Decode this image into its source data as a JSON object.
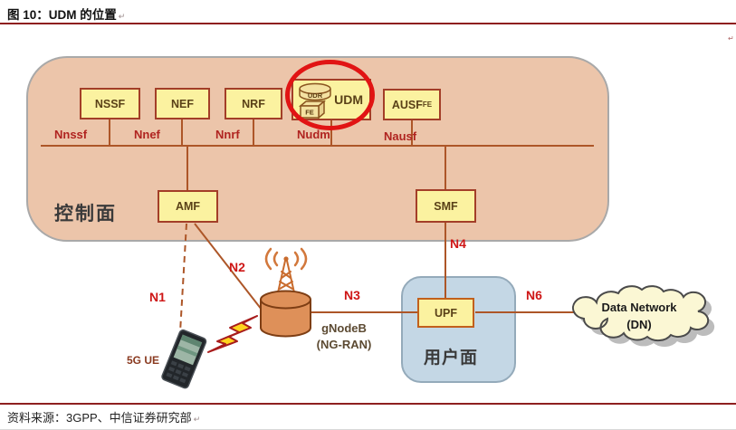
{
  "header": {
    "title": "图 10：UDM 的位置",
    "paragraph_mark": "↵"
  },
  "footer": {
    "source": "资料来源：3GPP、中信证券研究部",
    "paragraph_mark": "↵"
  },
  "diagram": {
    "planes": {
      "control": "控制面",
      "user": "用户面"
    },
    "nfs": {
      "nssf": "NSSF",
      "nef": "NEF",
      "nrf": "NRF",
      "udm": "UDM",
      "udr": "UDR",
      "fe": "FE",
      "ausf": "AUSF",
      "ausf_sub": "FE",
      "amf": "AMF",
      "smf": "SMF",
      "upf": "UPF"
    },
    "interfaces": {
      "nnssf": "Nnssf",
      "nnef": "Nnef",
      "nnrf": "Nnrf",
      "nudm": "Nudm",
      "nausf": "Nausf"
    },
    "refs": {
      "n1": "N1",
      "n2": "N2",
      "n3": "N3",
      "n4": "N4",
      "n6": "N6"
    },
    "nodes": {
      "ue": "5G UE",
      "gnb_line1": "gNodeB",
      "gnb_line2": "(NG-RAN)",
      "dn_line1": "Data Network",
      "dn_line2": "(DN)"
    },
    "colors": {
      "highlight_red": "#e11414",
      "rule_red": "#8e1f1f",
      "interface_label_red": "#b02420",
      "ref_label_red": "#ce1616",
      "wire_brown": "#ad5628",
      "nf_box_fill": "#fbf2a0",
      "nf_box_border": "#a33e28",
      "control_plane_fill": "#ecc5aa",
      "user_plane_fill": "#c4d7e5",
      "cloud_fill": "#fbf7d4",
      "cylinder_fill": "#de9059",
      "bolt_yellow": "#ffd41e"
    }
  }
}
